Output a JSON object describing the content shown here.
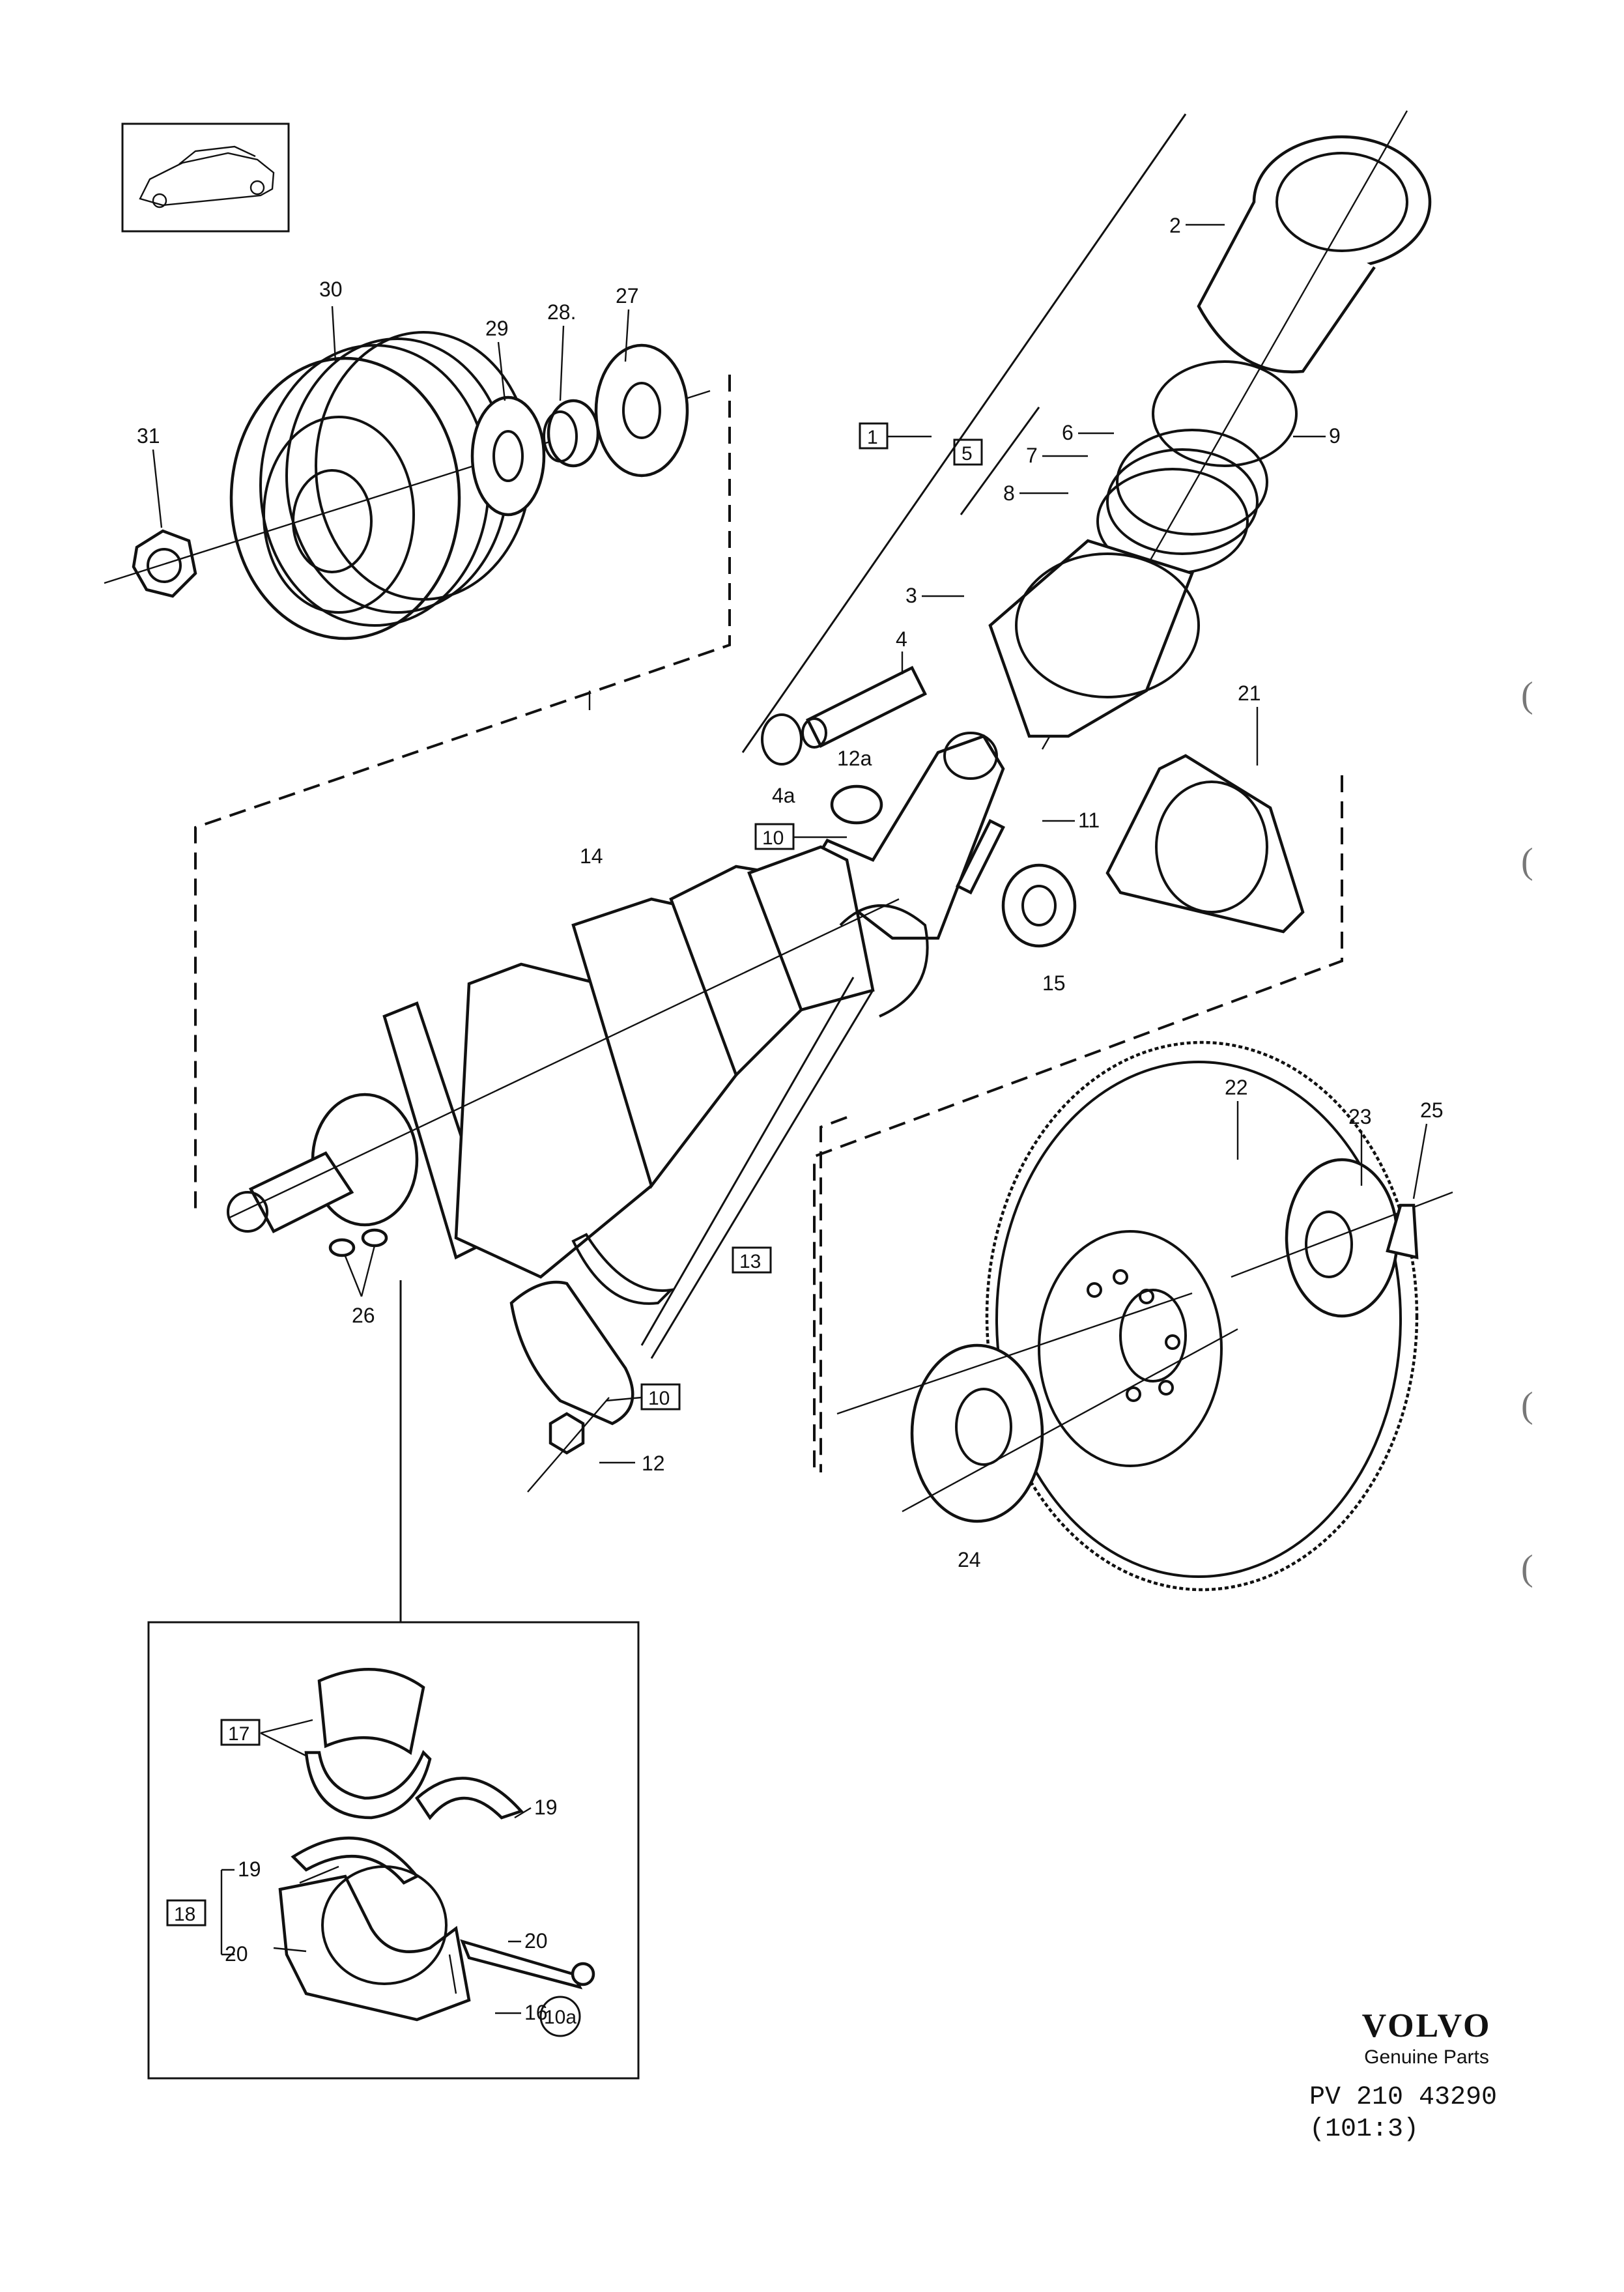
{
  "labels": {
    "p1": "1",
    "p2": "2",
    "p3": "3",
    "p4": "4",
    "p4a": "4a",
    "p5": "5",
    "p6": "6",
    "p7": "7",
    "p8": "8",
    "p9": "9",
    "p10": "10",
    "p10b": "10",
    "p10a": "10a",
    "p11": "11",
    "p12": "12",
    "p12a": "12a",
    "p13": "13",
    "p14": "14",
    "p15": "15",
    "p16": "16",
    "p17": "17",
    "p18": "18",
    "p19": "19",
    "p19b": "19",
    "p20": "20",
    "p20b": "20",
    "p21": "21",
    "p22": "22",
    "p23": "23",
    "p24": "24",
    "p25": "25",
    "p26": "26",
    "p27": "27",
    "p28": "28.",
    "p29": "29",
    "p30": "30",
    "p31": "31"
  },
  "brand": {
    "logo": "VOLVO",
    "tagline": "Genuine Parts",
    "doc_number": "PV 210 43290",
    "doc_sub": "(101:3)"
  },
  "margin_marks": [
    "(",
    "(",
    "(",
    "("
  ]
}
